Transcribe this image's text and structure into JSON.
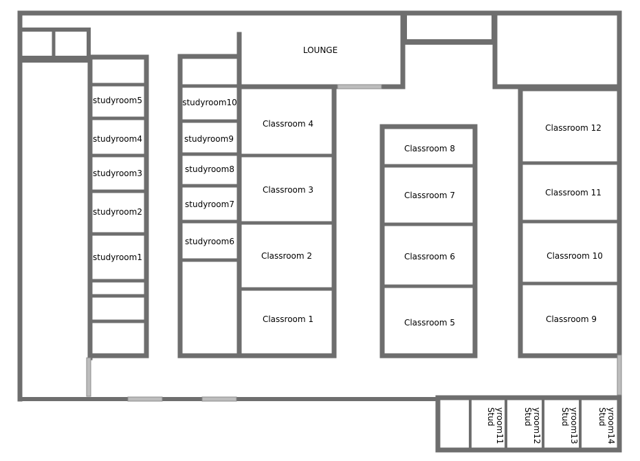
{
  "colors": {
    "wall": "#6e6e6e",
    "door": "#bdbdbd",
    "background": "#ffffff",
    "text": "#000000"
  },
  "lounge": {
    "label": "LOUNGE"
  },
  "studyrooms": [
    {
      "id": "studyroom5",
      "label": "studyroom5"
    },
    {
      "id": "studyroom4",
      "label": "studyroom4"
    },
    {
      "id": "studyroom3",
      "label": "studyroom3"
    },
    {
      "id": "studyroom2",
      "label": "studyroom2"
    },
    {
      "id": "studyroom1",
      "label": "studyroom1"
    },
    {
      "id": "studyroom10",
      "label": "studyroom10"
    },
    {
      "id": "studyroom9",
      "label": "studyroom9"
    },
    {
      "id": "studyroom8",
      "label": "studyroom8"
    },
    {
      "id": "studyroom7",
      "label": "studyroom7"
    },
    {
      "id": "studyroom6",
      "label": "studyroom6"
    }
  ],
  "classrooms": [
    {
      "id": "classroom-4",
      "label": "Classroom 4"
    },
    {
      "id": "classroom-3",
      "label": "Classroom 3"
    },
    {
      "id": "classroom-2",
      "label": "Classroom 2"
    },
    {
      "id": "classroom-1",
      "label": "Classroom 1"
    },
    {
      "id": "classroom-8",
      "label": "Classroom 8"
    },
    {
      "id": "classroom-7",
      "label": "Classroom 7"
    },
    {
      "id": "classroom-6",
      "label": "Classroom 6"
    },
    {
      "id": "classroom-5",
      "label": "Classroom 5"
    },
    {
      "id": "classroom-12",
      "label": "Classroom 12"
    },
    {
      "id": "classroom-11",
      "label": "Classroom 11"
    },
    {
      "id": "classroom-10",
      "label": "Classroom 10"
    },
    {
      "id": "classroom-9",
      "label": "Classroom 9"
    }
  ],
  "vertical_studyrooms": [
    {
      "id": "studyroom11",
      "line1": "Stud",
      "line2": "yroom11"
    },
    {
      "id": "studyroom12",
      "line1": "Stud",
      "line2": "yroom12"
    },
    {
      "id": "studyroom13",
      "line1": "Stud",
      "line2": "yroom13"
    },
    {
      "id": "studyroom14",
      "line1": "Stud",
      "line2": "yroom14"
    }
  ]
}
